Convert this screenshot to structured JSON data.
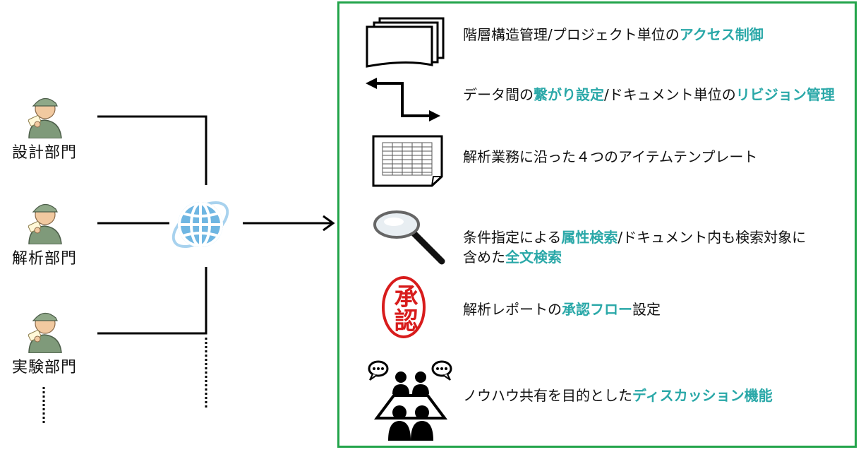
{
  "departments": [
    {
      "label": "設計部門"
    },
    {
      "label": "解析部門"
    },
    {
      "label": "実験部門"
    }
  ],
  "features": [
    {
      "icon": "documents-stack-icon",
      "parts": [
        {
          "t": "階層構造管理/プロジェクト単位の",
          "hl": false
        },
        {
          "t": "アクセス制御",
          "hl": true
        }
      ]
    },
    {
      "icon": "bidirectional-arrow-icon",
      "parts": [
        {
          "t": "データ間の",
          "hl": false
        },
        {
          "t": "繋がり設定",
          "hl": true
        },
        {
          "t": "/ドキュメント単位の",
          "hl": false
        },
        {
          "t": "リビジョン管理",
          "hl": true
        }
      ]
    },
    {
      "icon": "spreadsheet-template-icon",
      "parts": [
        {
          "t": "解析業務に沿った４つのアイテムテンプレート",
          "hl": false
        }
      ]
    },
    {
      "icon": "magnifying-glass-icon",
      "parts": [
        {
          "t": "条件指定による",
          "hl": false
        },
        {
          "t": "属性検索",
          "hl": true
        },
        {
          "t": "/ドキュメント内も検索対象に",
          "hl": false
        }
      ],
      "parts2": [
        {
          "t": "含めた",
          "hl": false
        },
        {
          "t": "全文検索",
          "hl": true
        }
      ]
    },
    {
      "icon": "approval-stamp-icon",
      "stamp_text": "承認",
      "parts": [
        {
          "t": "解析レポートの",
          "hl": false
        },
        {
          "t": "承認フロー",
          "hl": true
        },
        {
          "t": "設定",
          "hl": false
        }
      ]
    },
    {
      "icon": "discussion-meeting-icon",
      "parts": [
        {
          "t": "ノウハウ共有を目的とした",
          "hl": false
        },
        {
          "t": "ディスカッション機能",
          "hl": true
        }
      ]
    }
  ],
  "colors": {
    "panel_border": "#22a44a",
    "highlight": "#2aa8a8",
    "globe": "#6fb6e2",
    "stamp": "#d81c1c"
  }
}
